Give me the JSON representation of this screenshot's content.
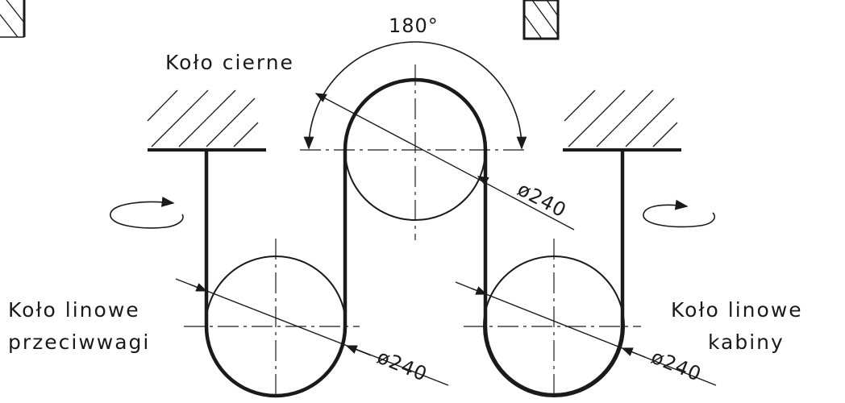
{
  "diagram": {
    "angle_label": "180°",
    "friction_wheel_label": "Koło cierne",
    "counterweight_wheel_label": [
      "Koło linowe",
      "przeciwwagi"
    ],
    "cabin_wheel_label": [
      "Koło linowe",
      "kabiny"
    ],
    "diameter_top": "ø240",
    "diameter_left": "ø240",
    "diameter_right": "ø240"
  }
}
